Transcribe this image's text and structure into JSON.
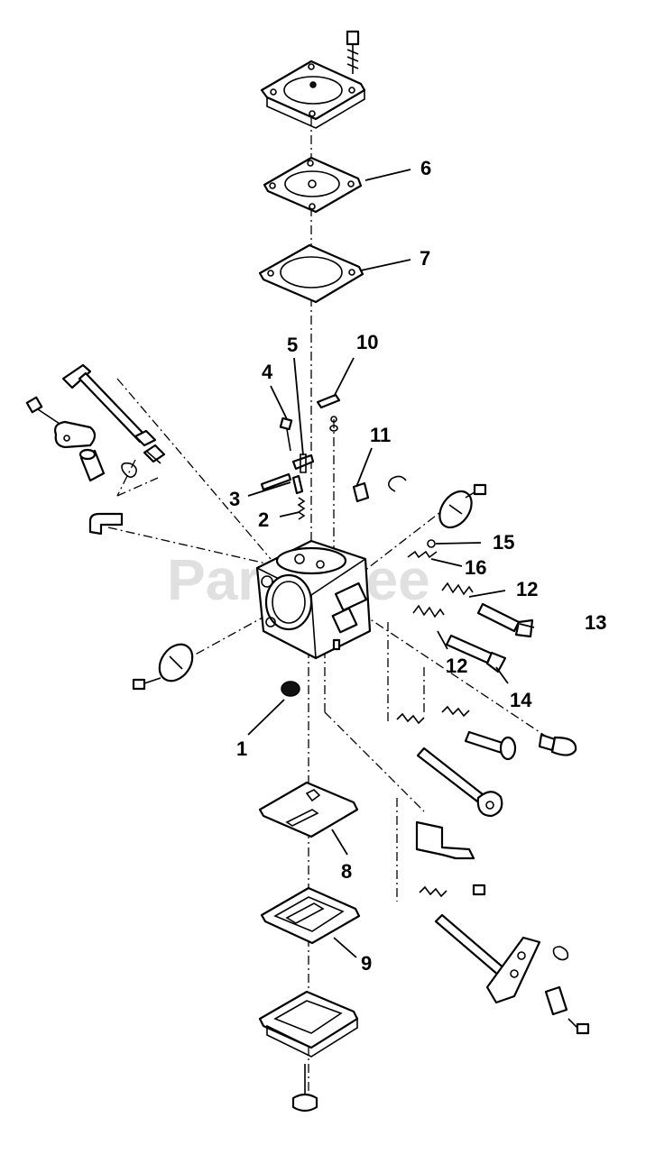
{
  "watermark": "PartsTree",
  "callouts": [
    {
      "id": "c1",
      "label": "1"
    },
    {
      "id": "c2",
      "label": "2"
    },
    {
      "id": "c3",
      "label": "3"
    },
    {
      "id": "c4",
      "label": "4"
    },
    {
      "id": "c5",
      "label": "5"
    },
    {
      "id": "c6",
      "label": "6"
    },
    {
      "id": "c7",
      "label": "7"
    },
    {
      "id": "c8",
      "label": "8"
    },
    {
      "id": "c9",
      "label": "9"
    },
    {
      "id": "c10",
      "label": "10"
    },
    {
      "id": "c11",
      "label": "11"
    },
    {
      "id": "c12a",
      "label": "12"
    },
    {
      "id": "c12b",
      "label": "12"
    },
    {
      "id": "c13",
      "label": "13"
    },
    {
      "id": "c14",
      "label": "14"
    },
    {
      "id": "c15",
      "label": "15"
    },
    {
      "id": "c16",
      "label": "16"
    }
  ]
}
